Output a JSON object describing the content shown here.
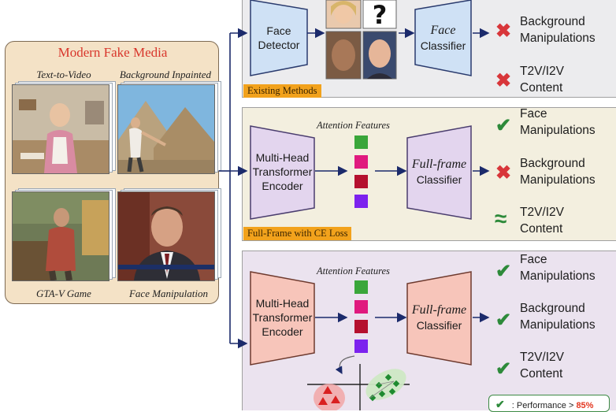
{
  "left_panel": {
    "title": "Modern Fake Media",
    "items": [
      {
        "label": "Text-to-Video"
      },
      {
        "label": "Background Inpainted"
      },
      {
        "label": "GTA-V Game"
      },
      {
        "label": "Face Manipulation"
      }
    ]
  },
  "row1": {
    "tag": "Existing Methods",
    "detector": [
      "Face",
      "Detector"
    ],
    "classifier": [
      "Face",
      "Classifier"
    ],
    "results": [
      {
        "icon": "cross-icon",
        "lines": [
          "Background",
          "Manipulations"
        ]
      },
      {
        "icon": "cross-icon",
        "lines": [
          "T2V/I2V",
          "Content"
        ]
      }
    ]
  },
  "row2": {
    "tag": "Full-Frame with CE Loss",
    "attention_label": "Attention Features",
    "encoder": [
      "Multi-Head",
      "Transformer",
      "Encoder"
    ],
    "classifier": [
      "Full-frame",
      "Classifier"
    ],
    "results": [
      {
        "icon": "check-icon",
        "lines": [
          "Face",
          "Manipulations"
        ]
      },
      {
        "icon": "cross-icon",
        "lines": [
          "Background",
          "Manipulations"
        ]
      },
      {
        "icon": "approx-icon",
        "lines": [
          "T2V/I2V",
          "Content"
        ]
      }
    ]
  },
  "row3": {
    "attention_label": "Attention Features",
    "encoder": [
      "Multi-Head",
      "Transformer",
      "Encoder"
    ],
    "classifier": [
      "Full-frame",
      "Classifier"
    ],
    "results": [
      {
        "icon": "check-icon",
        "lines": [
          "Face",
          "Manipulations"
        ]
      },
      {
        "icon": "check-icon",
        "lines": [
          "Background",
          "Manipulations"
        ]
      },
      {
        "icon": "check-icon",
        "lines": [
          "T2V/I2V",
          "Content"
        ]
      }
    ],
    "performance_label": "Performance >",
    "performance_value": "85%"
  },
  "colors": {
    "attention": [
      "#3aa63a",
      "#e01a7e",
      "#b5102e",
      "#7c22ee"
    ],
    "check": "#2d8a3a",
    "cross": "#d8363a",
    "tag": "#f2a21c",
    "title": "#d8362c"
  }
}
